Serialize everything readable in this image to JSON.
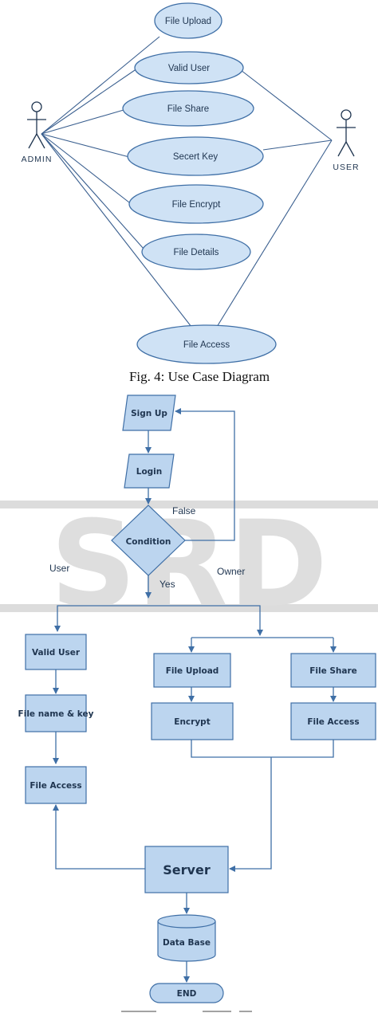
{
  "use_case": {
    "actors": {
      "admin": "ADMIN",
      "user": "USER"
    },
    "cases": {
      "file_upload": "File Upload",
      "valid_user": "Valid User",
      "file_share": "File Share",
      "secret_key": "Secert Key",
      "file_encrypt": "File Encrypt",
      "file_details": "File Details",
      "file_access": "File Access"
    },
    "caption": "Fig. 4: Use Case Diagram"
  },
  "flowchart": {
    "sign_up": "Sign Up",
    "login": "Login",
    "condition": "Condition",
    "false_label": "False",
    "yes_label": "Yes",
    "user_label": "User",
    "owner_label": "Owner",
    "valid_user": "Valid User",
    "file_name_key": "File name & key",
    "file_access_left": "File Access",
    "file_upload": "File Upload",
    "encrypt": "Encrypt",
    "file_share": "File Share",
    "file_access_right": "File Access",
    "server": "Server",
    "database": "Data Base",
    "end": "END"
  },
  "watermark": "SRD",
  "colors": {
    "shape_fill": "#bcd5ef",
    "shape_stroke": "#3f6fa6",
    "text": "#1f3550",
    "watermark": "#d6d6d6"
  }
}
